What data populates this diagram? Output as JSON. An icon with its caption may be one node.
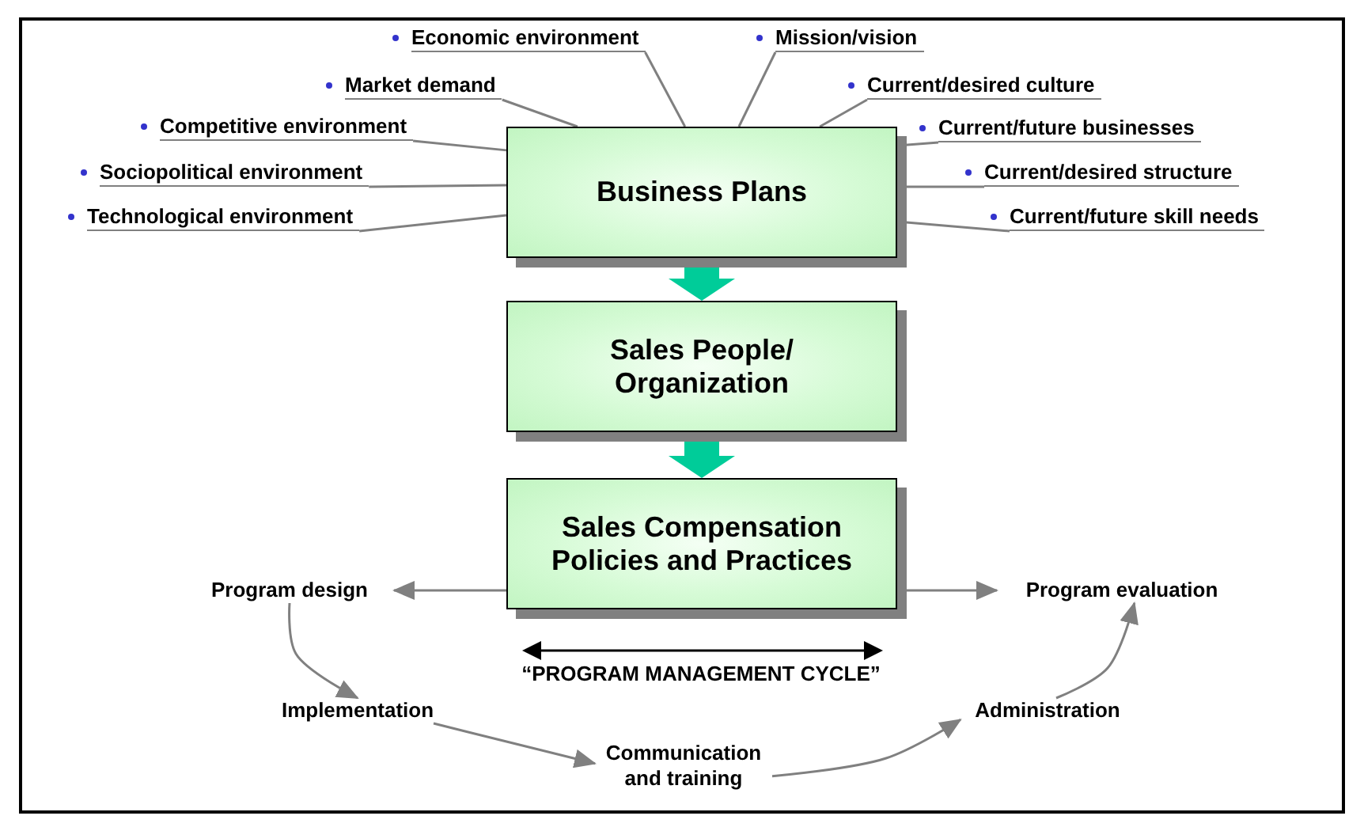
{
  "diagram": {
    "nodes": [
      {
        "text": [
          "Economic environment"
        ]
      },
      {
        "text": [
          "Mission/vision"
        ]
      },
      {
        "text": [
          "Market demand"
        ]
      },
      {
        "text": [
          "Current/desired culture"
        ]
      },
      {
        "text": [
          "Competitive environment"
        ]
      },
      {
        "text": [
          "Current/future businesses"
        ]
      },
      {
        "text": [
          "Sociopolitical environment"
        ]
      },
      {
        "text": [
          "Current/desired structure"
        ]
      },
      {
        "text": [
          "Technological environment"
        ]
      },
      {
        "text": [
          "Current/future skill needs"
        ]
      },
      {
        "text": [
          "Business Plans"
        ]
      },
      {
        "text": [
          "Sales People/ Organization"
        ]
      },
      {
        "text": [
          "Sales Compensation Policies and Practices"
        ]
      },
      {
        "text": [
          "Program design"
        ]
      },
      {
        "text": [
          "Program evaluation"
        ]
      },
      {
        "text": [
          "Implementation"
        ]
      },
      {
        "text": [
          "Administration"
        ]
      },
      {
        "text": [
          "Communication and training"
        ]
      }
    ],
    "edges": [
      {
        "from": 0,
        "to": 10,
        "arrow": "none"
      },
      {
        "from": 1,
        "to": 10,
        "arrow": "none"
      },
      {
        "from": 2,
        "to": 10,
        "arrow": "none"
      },
      {
        "from": 3,
        "to": 10,
        "arrow": "none"
      },
      {
        "from": 4,
        "to": 10,
        "arrow": "none"
      },
      {
        "from": 5,
        "to": 10,
        "arrow": "none"
      },
      {
        "from": 6,
        "to": 10,
        "arrow": "none"
      },
      {
        "from": 7,
        "to": 10,
        "arrow": "none"
      },
      {
        "from": 8,
        "to": 10,
        "arrow": "none"
      },
      {
        "from": 9,
        "to": 10,
        "arrow": "none"
      },
      {
        "from": 10,
        "to": 11,
        "arrow": "to",
        "style": "thick",
        "color": "#00cc99"
      },
      {
        "from": 11,
        "to": 12,
        "arrow": "to",
        "style": "thick",
        "color": "#00cc99"
      },
      {
        "from": 12,
        "to": 13,
        "arrow": "to"
      },
      {
        "from": 12,
        "to": 14,
        "arrow": "to"
      },
      {
        "from": 13,
        "to": 15,
        "arrow": "to"
      },
      {
        "from": 15,
        "to": 17,
        "arrow": "to"
      },
      {
        "from": 17,
        "to": 16,
        "arrow": "to"
      },
      {
        "from": 16,
        "to": 14,
        "arrow": "to"
      }
    ],
    "labels": [
      "“PROGRAM MANAGEMENT CYCLE”"
    ]
  }
}
